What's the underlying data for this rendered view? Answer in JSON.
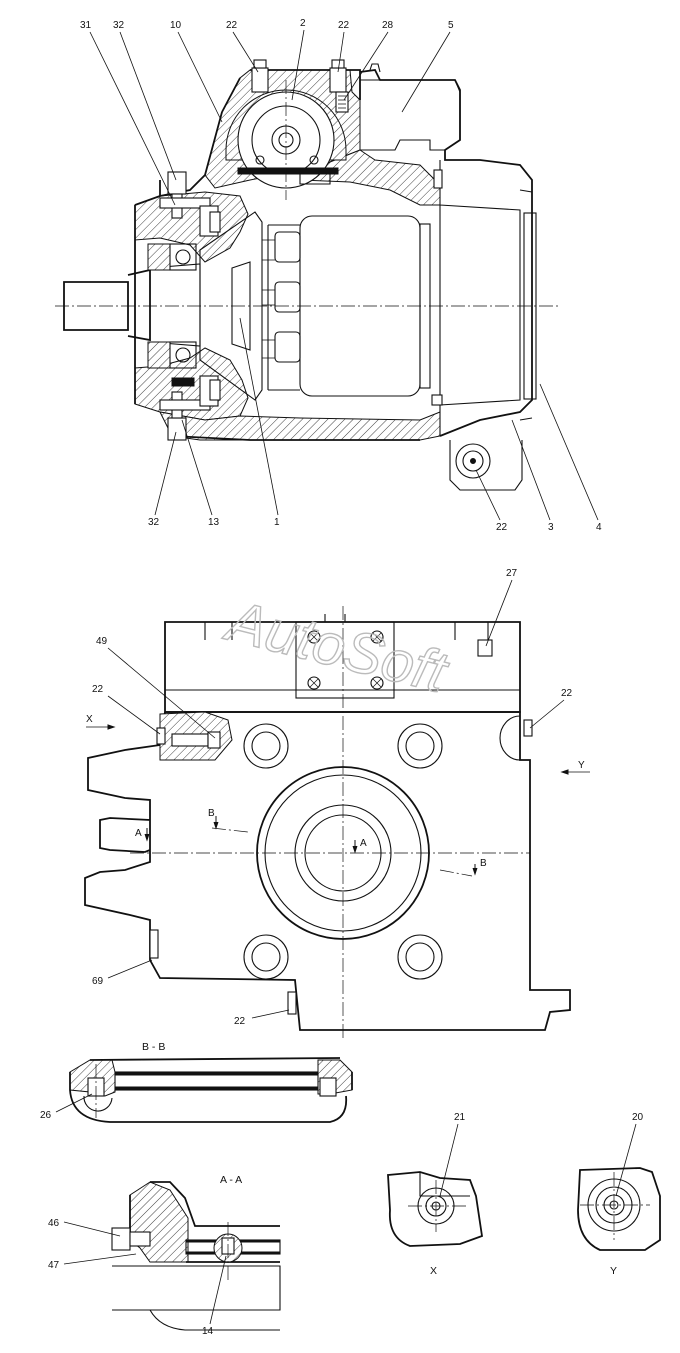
{
  "views": {
    "section_ab": "A - A",
    "section_bb": "B - B",
    "view_x": "X",
    "view_y": "Y"
  },
  "watermark": "AutoSoft",
  "callouts": {
    "top_31": "31",
    "top_32a": "32",
    "top_10": "10",
    "top_22a": "22",
    "top_2": "2",
    "top_22b": "22",
    "top_28": "28",
    "top_5": "5",
    "bot_32": "32",
    "bot_13": "13",
    "bot_1": "1",
    "bot_22": "22",
    "bot_3": "3",
    "bot_4": "4",
    "front_27": "27",
    "front_49": "49",
    "front_22a": "22",
    "front_22b": "22",
    "front_22c": "22",
    "front_69": "69",
    "dir_x": "X",
    "dir_y": "Y",
    "cut_a1": "A",
    "cut_a2": "A",
    "cut_b1": "B",
    "cut_b2": "B",
    "bb_26": "26",
    "aa_46": "46",
    "aa_47": "47",
    "aa_14": "14",
    "x_21": "21",
    "y_20": "20"
  }
}
